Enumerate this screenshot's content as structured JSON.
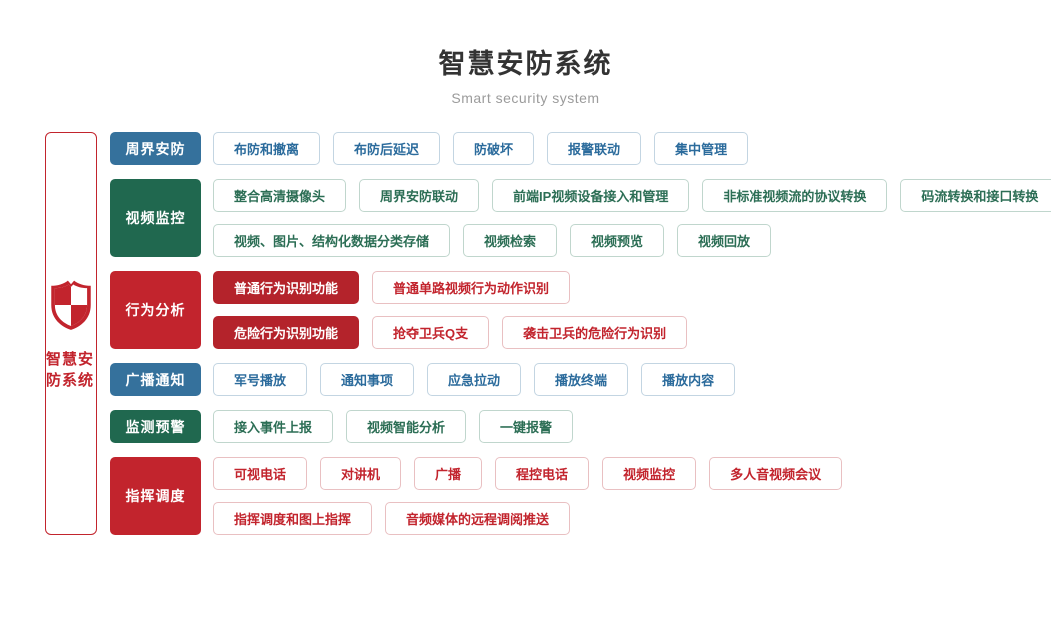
{
  "page": {
    "title": "智慧安防系统",
    "subtitle": "Smart security system"
  },
  "root": {
    "label": "智慧安防系统",
    "icon": "shield-icon"
  },
  "colors": {
    "blue_solid": "#35719c",
    "green_solid": "#20684f",
    "red_solid": "#c2242d",
    "red_filled_chip": "#b4232b",
    "blue_text": "#2b6b9c",
    "green_text": "#2c6e55",
    "red_text": "#c2242d",
    "root_accent": "#c2242d",
    "title_text": "#333333",
    "subtitle_text": "#9b9b9b"
  },
  "categories": [
    {
      "id": "perimeter-security",
      "label": "周界安防",
      "color": "blue",
      "rows": [
        [
          {
            "label": "布防和撤离",
            "filled": false
          },
          {
            "label": "布防后延迟",
            "filled": false
          },
          {
            "label": "防破坏",
            "filled": false
          },
          {
            "label": "报警联动",
            "filled": false
          },
          {
            "label": "集中管理",
            "filled": false
          }
        ]
      ]
    },
    {
      "id": "video-surveillance",
      "label": "视频监控",
      "color": "green",
      "rows": [
        [
          {
            "label": "整合高清摄像头",
            "filled": false
          },
          {
            "label": "周界安防联动",
            "filled": false
          },
          {
            "label": "前端IP视频设备接入和管理",
            "filled": false
          },
          {
            "label": "非标准视频流的协议转换",
            "filled": false
          },
          {
            "label": "码流转换和接口转换",
            "filled": false
          }
        ],
        [
          {
            "label": "视频、图片、结构化数据分类存储",
            "filled": false
          },
          {
            "label": "视频检索",
            "filled": false
          },
          {
            "label": "视频预览",
            "filled": false
          },
          {
            "label": "视频回放",
            "filled": false
          }
        ]
      ]
    },
    {
      "id": "behavior-analysis",
      "label": "行为分析",
      "color": "red",
      "rows": [
        [
          {
            "label": "普通行为识别功能",
            "filled": true
          },
          {
            "label": "普通单路视频行为动作识别",
            "filled": false
          }
        ],
        [
          {
            "label": "危险行为识别功能",
            "filled": true
          },
          {
            "label": "抢夺卫兵Q支",
            "filled": false
          },
          {
            "label": "袭击卫兵的危险行为识别",
            "filled": false
          }
        ]
      ]
    },
    {
      "id": "broadcast-notice",
      "label": "广播通知",
      "color": "blue",
      "rows": [
        [
          {
            "label": "军号播放",
            "filled": false
          },
          {
            "label": "通知事项",
            "filled": false
          },
          {
            "label": "应急拉动",
            "filled": false
          },
          {
            "label": "播放终端",
            "filled": false
          },
          {
            "label": "播放内容",
            "filled": false
          }
        ]
      ]
    },
    {
      "id": "monitor-warning",
      "label": "监测预警",
      "color": "green",
      "rows": [
        [
          {
            "label": "接入事件上报",
            "filled": false
          },
          {
            "label": "视频智能分析",
            "filled": false
          },
          {
            "label": "一键报警",
            "filled": false
          }
        ]
      ]
    },
    {
      "id": "command-dispatch",
      "label": "指挥调度",
      "color": "red",
      "rows": [
        [
          {
            "label": "可视电话",
            "filled": false
          },
          {
            "label": "对讲机",
            "filled": false
          },
          {
            "label": "广播",
            "filled": false
          },
          {
            "label": "程控电话",
            "filled": false
          },
          {
            "label": "视频监控",
            "filled": false
          },
          {
            "label": "多人音视频会议",
            "filled": false
          }
        ],
        [
          {
            "label": "指挥调度和图上指挥",
            "filled": false
          },
          {
            "label": "音频媒体的远程调阅推送",
            "filled": false
          }
        ]
      ]
    }
  ]
}
